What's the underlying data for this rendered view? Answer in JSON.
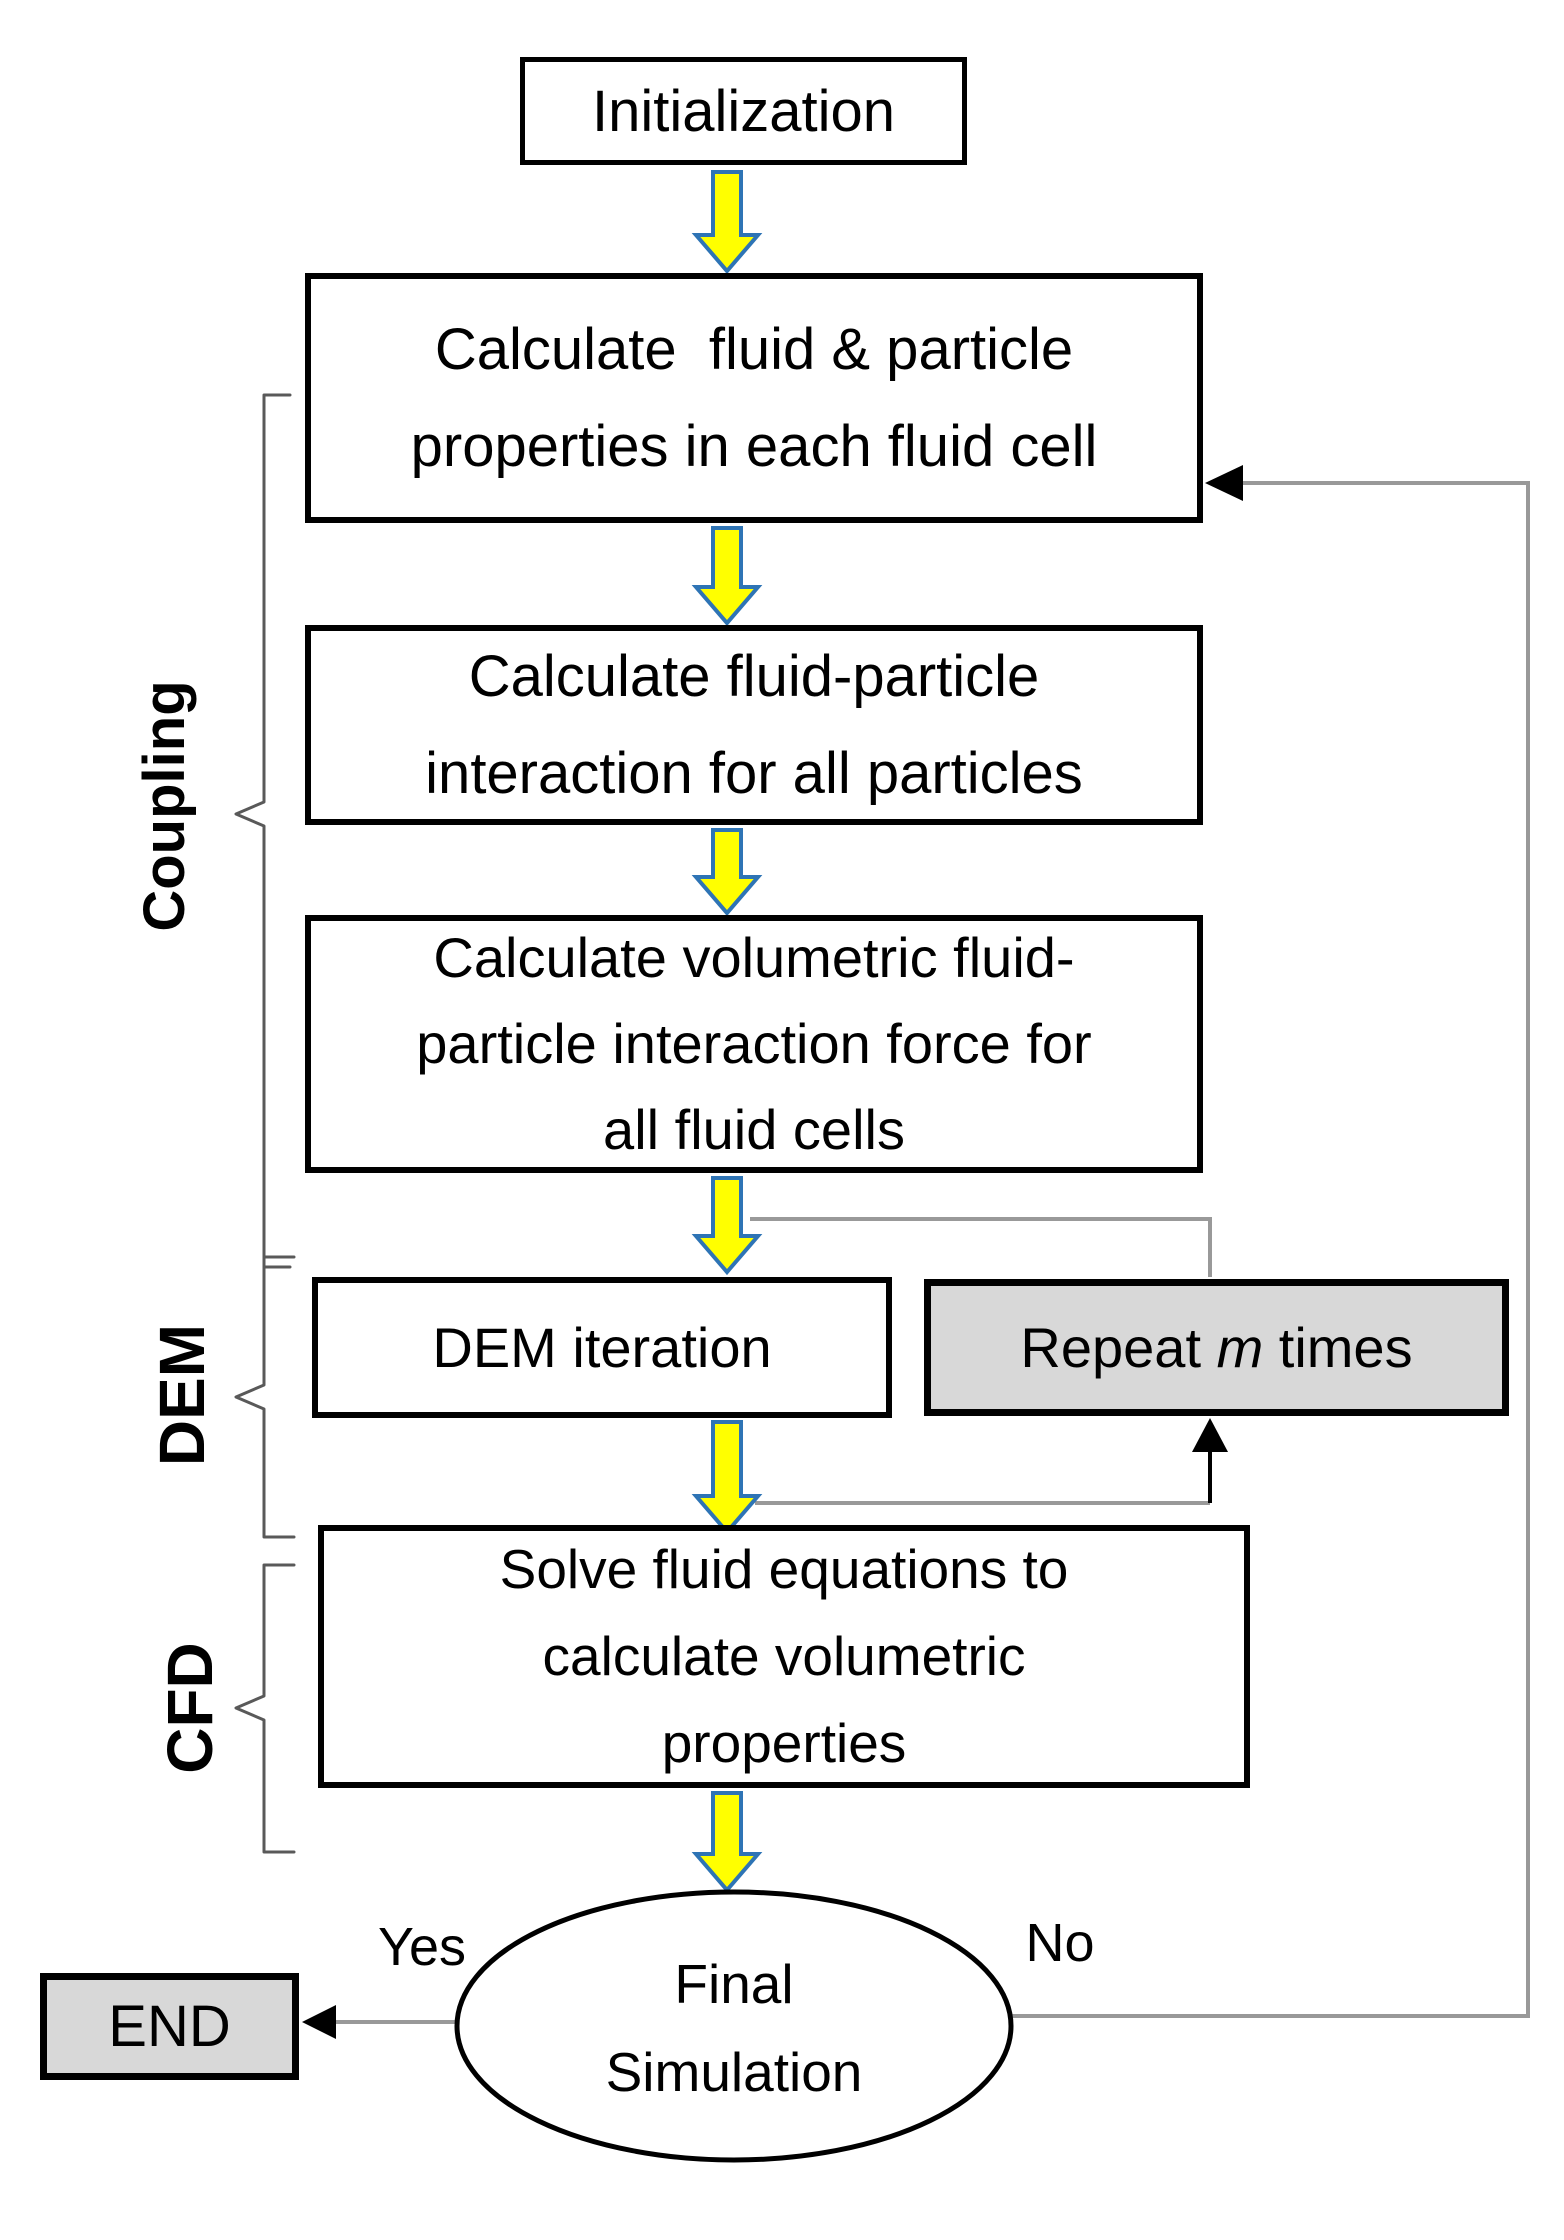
{
  "colors": {
    "background": "#FFFFFF",
    "arrow_fill": "#FFFF00",
    "arrow_stroke": "#2E74B5",
    "gray_fill": "#D8D8D8",
    "connector": "#999999",
    "bracket": "#595959",
    "border": "#000000",
    "text": "#000000"
  },
  "nodes": {
    "initialization": {
      "label": "Initialization"
    },
    "calc_cell_properties": {
      "lines": [
        "Calculate  fluid & particle",
        "properties in each fluid cell"
      ]
    },
    "calc_interaction": {
      "lines": [
        "Calculate fluid-particle",
        "interaction for all particles"
      ]
    },
    "calc_volumetric_force": {
      "lines": [
        "Calculate volumetric fluid-",
        "particle interaction force for",
        "all fluid cells"
      ]
    },
    "dem_iteration": {
      "label": "DEM iteration"
    },
    "repeat": {
      "prefix": "Repeat ",
      "variable": "m",
      "suffix": " times"
    },
    "solve_fluid": {
      "lines": [
        "Solve fluid equations to",
        "calculate volumetric",
        "properties"
      ]
    },
    "final_simulation": {
      "lines": [
        "Final",
        "Simulation"
      ]
    },
    "end": {
      "label": "END"
    }
  },
  "group_labels": {
    "coupling": "Coupling",
    "dem": "DEM",
    "cfd": "CFD"
  },
  "branch_labels": {
    "yes": "Yes",
    "no": "No"
  }
}
